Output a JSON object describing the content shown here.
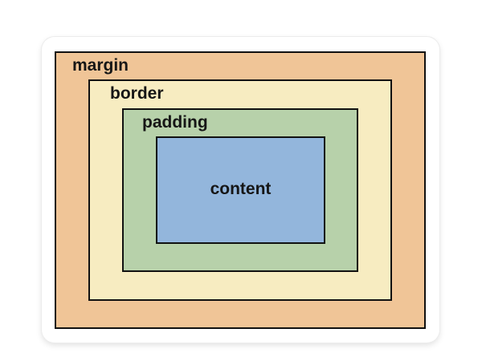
{
  "diagram": {
    "layers": {
      "margin": {
        "label": "margin",
        "color": "#f0c597"
      },
      "border": {
        "label": "border",
        "color": "#f7ecc1"
      },
      "padding": {
        "label": "padding",
        "color": "#b7d1aa"
      },
      "content": {
        "label": "content",
        "color": "#93b6dc"
      }
    },
    "outline_color": "#111111",
    "sticker_background": "#ffffff"
  }
}
